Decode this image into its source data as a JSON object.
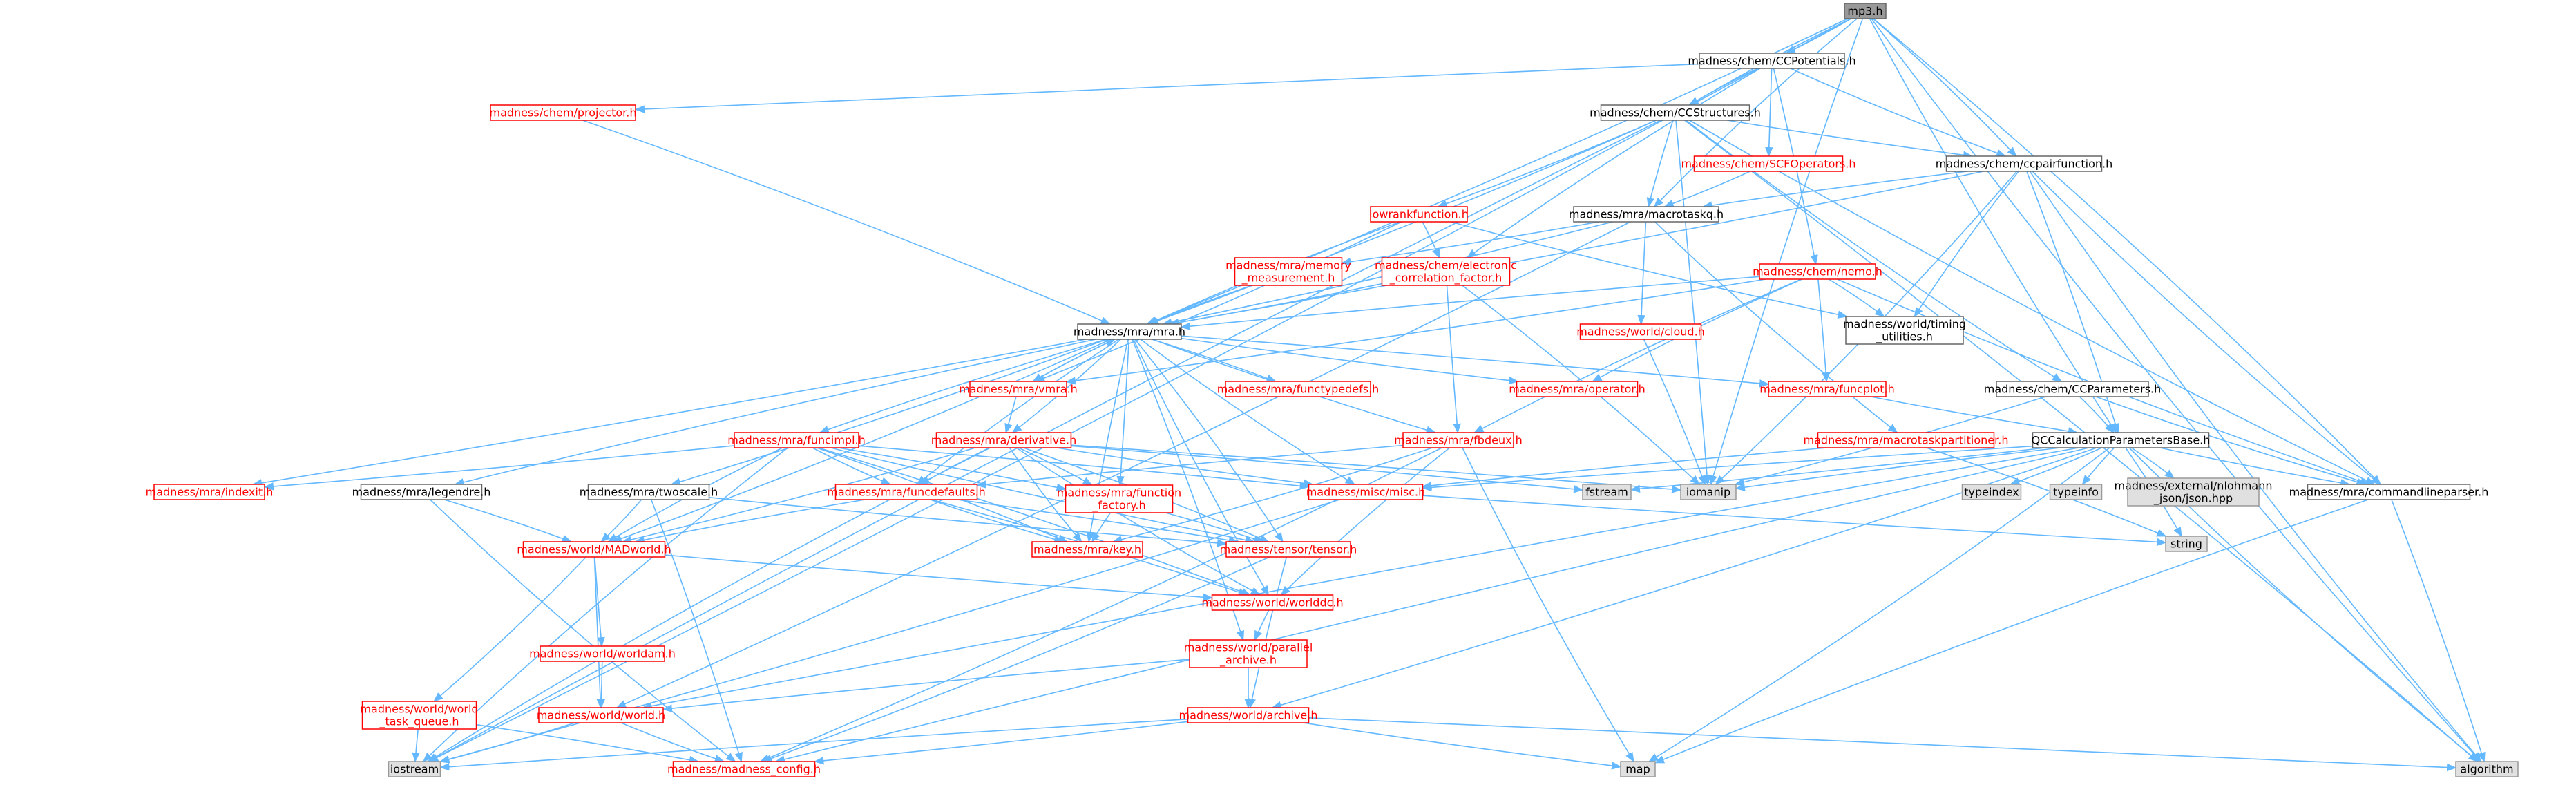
{
  "colors": {
    "focus_fill": "#999999",
    "focus_border": "#666666",
    "linked_border": "#ff0000",
    "plain_border": "#666666",
    "system_fill": "#e0e0e0",
    "system_border": "#999999",
    "node_fill": "#ffffff",
    "edge": "#63b8ff",
    "text_red": "#ff0000",
    "text_dark": "#000000"
  },
  "nodes": [
    {
      "id": "mp3",
      "label": "mp3.h",
      "kind": "focus"
    },
    {
      "id": "ccpot",
      "label": "madness/chem/CCPotentials.h",
      "kind": "plain"
    },
    {
      "id": "projector",
      "label": "madness/chem/projector.h",
      "kind": "linked"
    },
    {
      "id": "ccstruct",
      "label": "madness/chem/CCStructures.h",
      "kind": "plain"
    },
    {
      "id": "scfops",
      "label": "madness/chem/SCFOperators.h",
      "kind": "linked"
    },
    {
      "id": "ccpair",
      "label": "madness/chem/ccpairfunction.h",
      "kind": "plain"
    },
    {
      "id": "lowrank",
      "label": "lowrankfunction.h",
      "kind": "linked"
    },
    {
      "id": "macrotask",
      "label": "madness/mra/macrotaskq.h",
      "kind": "plain"
    },
    {
      "id": "memmeas",
      "label": [
        "madness/mra/memory",
        "_measurement.h"
      ],
      "kind": "linked"
    },
    {
      "id": "electron",
      "label": [
        "madness/chem/electronic",
        "_correlation_factor.h"
      ],
      "kind": "linked"
    },
    {
      "id": "nemo",
      "label": "madness/chem/nemo.h",
      "kind": "linked"
    },
    {
      "id": "cloud",
      "label": "madness/world/cloud.h",
      "kind": "linked"
    },
    {
      "id": "timing",
      "label": [
        "madness/world/timing",
        "_utilities.h"
      ],
      "kind": "plain"
    },
    {
      "id": "mra",
      "label": "madness/mra/mra.h",
      "kind": "plain"
    },
    {
      "id": "vmra",
      "label": "madness/mra/vmra.h",
      "kind": "linked"
    },
    {
      "id": "functypedefs",
      "label": "madness/mra/functypedefs.h",
      "kind": "linked"
    },
    {
      "id": "operator",
      "label": "madness/mra/operator.h",
      "kind": "linked"
    },
    {
      "id": "funcplot",
      "label": "madness/mra/funcplot.h",
      "kind": "linked"
    },
    {
      "id": "ccparams",
      "label": "madness/chem/CCParameters.h",
      "kind": "plain"
    },
    {
      "id": "macropart",
      "label": "madness/mra/macrotaskpartitioner.h",
      "kind": "linked"
    },
    {
      "id": "qccalc",
      "label": "QCCalculationParametersBase.h",
      "kind": "plain"
    },
    {
      "id": "funcimpl",
      "label": "madness/mra/funcimpl.h",
      "kind": "linked"
    },
    {
      "id": "derivative",
      "label": "madness/mra/derivative.h",
      "kind": "linked"
    },
    {
      "id": "fbdeux",
      "label": "madness/mra/fbdeux.h",
      "kind": "linked"
    },
    {
      "id": "indexit",
      "label": "madness/mra/indexit.h",
      "kind": "linked"
    },
    {
      "id": "legendre",
      "label": "madness/mra/legendre.h",
      "kind": "plain"
    },
    {
      "id": "twoscale",
      "label": "madness/mra/twoscale.h",
      "kind": "plain"
    },
    {
      "id": "funcdefaults",
      "label": "madness/mra/funcdefaults.h",
      "kind": "linked"
    },
    {
      "id": "funcfactory",
      "label": [
        "madness/mra/function",
        "_factory.h"
      ],
      "kind": "linked"
    },
    {
      "id": "misc",
      "label": "madness/misc/misc.h",
      "kind": "linked"
    },
    {
      "id": "fstream",
      "label": "fstream",
      "kind": "system"
    },
    {
      "id": "iomanip",
      "label": "iomanip",
      "kind": "system"
    },
    {
      "id": "typeindex",
      "label": "typeindex",
      "kind": "system"
    },
    {
      "id": "typeinfo",
      "label": "typeinfo",
      "kind": "system"
    },
    {
      "id": "json",
      "label": [
        "madness/external/nlohmann",
        "_json/json.hpp"
      ],
      "kind": "system"
    },
    {
      "id": "cmdline",
      "label": "madness/mra/commandlineparser.h",
      "kind": "plain"
    },
    {
      "id": "string",
      "label": "string",
      "kind": "system"
    },
    {
      "id": "madworld",
      "label": "madness/world/MADworld.h",
      "kind": "linked"
    },
    {
      "id": "key",
      "label": "madness/mra/key.h",
      "kind": "linked"
    },
    {
      "id": "tensor",
      "label": "madness/tensor/tensor.h",
      "kind": "linked"
    },
    {
      "id": "worlddc",
      "label": "madness/world/worlddc.h",
      "kind": "linked"
    },
    {
      "id": "worldam",
      "label": "madness/world/worldam.h",
      "kind": "linked"
    },
    {
      "id": "parallel",
      "label": [
        "madness/world/parallel",
        "_archive.h"
      ],
      "kind": "linked"
    },
    {
      "id": "taskq",
      "label": [
        "madness/world/world",
        "_task_queue.h"
      ],
      "kind": "linked"
    },
    {
      "id": "world",
      "label": "madness/world/world.h",
      "kind": "linked"
    },
    {
      "id": "archive",
      "label": "madness/world/archive.h",
      "kind": "linked"
    },
    {
      "id": "iostream",
      "label": "iostream",
      "kind": "system"
    },
    {
      "id": "config",
      "label": "madness/madness_config.h",
      "kind": "linked"
    },
    {
      "id": "map",
      "label": "map",
      "kind": "system"
    },
    {
      "id": "algorithm",
      "label": "algorithm",
      "kind": "system"
    }
  ],
  "edges": [
    [
      "mp3",
      "ccpot"
    ],
    [
      "mp3",
      "ccstruct"
    ],
    [
      "mp3",
      "ccpair"
    ],
    [
      "mp3",
      "macrotask"
    ],
    [
      "mp3",
      "mra"
    ],
    [
      "mp3",
      "qccalc"
    ],
    [
      "mp3",
      "cmdline"
    ],
    [
      "mp3",
      "iomanip"
    ],
    [
      "mp3",
      "iostream"
    ],
    [
      "mp3",
      "algorithm"
    ],
    [
      "ccpot",
      "projector"
    ],
    [
      "ccpot",
      "ccstruct"
    ],
    [
      "ccpot",
      "scfops"
    ],
    [
      "ccpot",
      "ccpair"
    ],
    [
      "ccpot",
      "nemo"
    ],
    [
      "ccpot",
      "electron"
    ],
    [
      "projector",
      "mra"
    ],
    [
      "ccstruct",
      "ccpair"
    ],
    [
      "ccstruct",
      "lowrank"
    ],
    [
      "ccstruct",
      "macrotask"
    ],
    [
      "ccstruct",
      "mra"
    ],
    [
      "ccstruct",
      "ccparams"
    ],
    [
      "ccstruct",
      "iomanip"
    ],
    [
      "ccstruct",
      "iostream"
    ],
    [
      "ccstruct",
      "algorithm"
    ],
    [
      "ccstruct",
      "cmdline"
    ],
    [
      "scfops",
      "macrotask"
    ],
    [
      "ccpair",
      "macrotask"
    ],
    [
      "ccpair",
      "mra"
    ],
    [
      "ccpair",
      "timing"
    ],
    [
      "ccpair",
      "qccalc"
    ],
    [
      "ccpair",
      "cmdline"
    ],
    [
      "ccpair",
      "iomanip"
    ],
    [
      "ccpair",
      "algorithm"
    ],
    [
      "lowrank",
      "electron"
    ],
    [
      "lowrank",
      "mra"
    ],
    [
      "lowrank",
      "vmra"
    ],
    [
      "lowrank",
      "timing"
    ],
    [
      "macrotask",
      "memmeas"
    ],
    [
      "macrotask",
      "cloud"
    ],
    [
      "macrotask",
      "mra"
    ],
    [
      "macrotask",
      "macropart"
    ],
    [
      "macrotask",
      "world"
    ],
    [
      "memmeas",
      "mra"
    ],
    [
      "electron",
      "mra"
    ],
    [
      "electron",
      "fbdeux"
    ],
    [
      "electron",
      "iomanip"
    ],
    [
      "nemo",
      "mra"
    ],
    [
      "nemo",
      "timing"
    ],
    [
      "nemo",
      "operator"
    ],
    [
      "nemo",
      "funcplot"
    ],
    [
      "nemo",
      "fbdeux"
    ],
    [
      "nemo",
      "vmra"
    ],
    [
      "nemo",
      "cmdline"
    ],
    [
      "cloud",
      "iomanip"
    ],
    [
      "mra",
      "vmra"
    ],
    [
      "mra",
      "functypedefs"
    ],
    [
      "mra",
      "operator"
    ],
    [
      "mra",
      "funcplot"
    ],
    [
      "mra",
      "funcimpl"
    ],
    [
      "mra",
      "derivative"
    ],
    [
      "mra",
      "fbdeux"
    ],
    [
      "mra",
      "indexit"
    ],
    [
      "mra",
      "legendre"
    ],
    [
      "mra",
      "twoscale"
    ],
    [
      "mra",
      "funcdefaults"
    ],
    [
      "mra",
      "funcfactory"
    ],
    [
      "mra",
      "misc"
    ],
    [
      "mra",
      "madworld"
    ],
    [
      "mra",
      "key"
    ],
    [
      "mra",
      "tensor"
    ],
    [
      "mra",
      "worlddc"
    ],
    [
      "mra",
      "parallel"
    ],
    [
      "vmra",
      "mra"
    ],
    [
      "vmra",
      "derivative"
    ],
    [
      "funcplot",
      "qccalc"
    ],
    [
      "ccparams",
      "qccalc"
    ],
    [
      "ccparams",
      "cmdline"
    ],
    [
      "ccparams",
      "iomanip"
    ],
    [
      "macropart",
      "misc"
    ],
    [
      "macropart",
      "string"
    ],
    [
      "qccalc",
      "misc"
    ],
    [
      "qccalc",
      "fstream"
    ],
    [
      "qccalc",
      "iomanip"
    ],
    [
      "qccalc",
      "typeindex"
    ],
    [
      "qccalc",
      "typeinfo"
    ],
    [
      "qccalc",
      "json"
    ],
    [
      "qccalc",
      "cmdline"
    ],
    [
      "qccalc",
      "string"
    ],
    [
      "qccalc",
      "world"
    ],
    [
      "qccalc",
      "archive"
    ],
    [
      "qccalc",
      "config"
    ],
    [
      "qccalc",
      "map"
    ],
    [
      "qccalc",
      "algorithm"
    ],
    [
      "funcimpl",
      "indexit"
    ],
    [
      "funcimpl",
      "funcdefaults"
    ],
    [
      "funcimpl",
      "misc"
    ],
    [
      "funcimpl",
      "madworld"
    ],
    [
      "funcimpl",
      "key"
    ],
    [
      "funcimpl",
      "tensor"
    ],
    [
      "funcimpl",
      "worlddc"
    ],
    [
      "funcimpl",
      "iostream"
    ],
    [
      "funcimpl",
      "funcfactory"
    ],
    [
      "derivative",
      "funcdefaults"
    ],
    [
      "derivative",
      "funcfactory"
    ],
    [
      "derivative",
      "misc"
    ],
    [
      "derivative",
      "iomanip"
    ],
    [
      "derivative",
      "key"
    ],
    [
      "derivative",
      "tensor"
    ],
    [
      "derivative",
      "worlddc"
    ],
    [
      "derivative",
      "madworld"
    ],
    [
      "derivative",
      "iostream"
    ],
    [
      "derivative",
      "fstream"
    ],
    [
      "fbdeux",
      "funcdefaults"
    ],
    [
      "fbdeux",
      "key"
    ],
    [
      "fbdeux",
      "worlddc"
    ],
    [
      "fbdeux",
      "config"
    ],
    [
      "fbdeux",
      "map"
    ],
    [
      "legendre",
      "madworld"
    ],
    [
      "legendre",
      "config"
    ],
    [
      "twoscale",
      "madworld"
    ],
    [
      "twoscale",
      "tensor"
    ],
    [
      "twoscale",
      "config"
    ],
    [
      "funcdefaults",
      "key"
    ],
    [
      "funcdefaults",
      "tensor"
    ],
    [
      "funcdefaults",
      "madworld"
    ],
    [
      "funcdefaults",
      "worlddc"
    ],
    [
      "funcfactory",
      "key"
    ],
    [
      "funcfactory",
      "tensor"
    ],
    [
      "misc",
      "string"
    ],
    [
      "misc",
      "iostream"
    ],
    [
      "madworld",
      "worldam"
    ],
    [
      "madworld",
      "taskq"
    ],
    [
      "madworld",
      "worlddc"
    ],
    [
      "madworld",
      "world"
    ],
    [
      "worlddc",
      "parallel"
    ],
    [
      "worldam",
      "world"
    ],
    [
      "parallel",
      "world"
    ],
    [
      "parallel",
      "archive"
    ],
    [
      "taskq",
      "iostream"
    ],
    [
      "taskq",
      "config"
    ],
    [
      "world",
      "config"
    ],
    [
      "world",
      "iostream"
    ],
    [
      "archive",
      "iostream"
    ],
    [
      "archive",
      "config"
    ],
    [
      "archive",
      "map"
    ],
    [
      "archive",
      "algorithm"
    ],
    [
      "tensor",
      "archive"
    ],
    [
      "tensor",
      "config"
    ],
    [
      "cmdline",
      "map"
    ],
    [
      "cmdline",
      "algorithm"
    ]
  ]
}
